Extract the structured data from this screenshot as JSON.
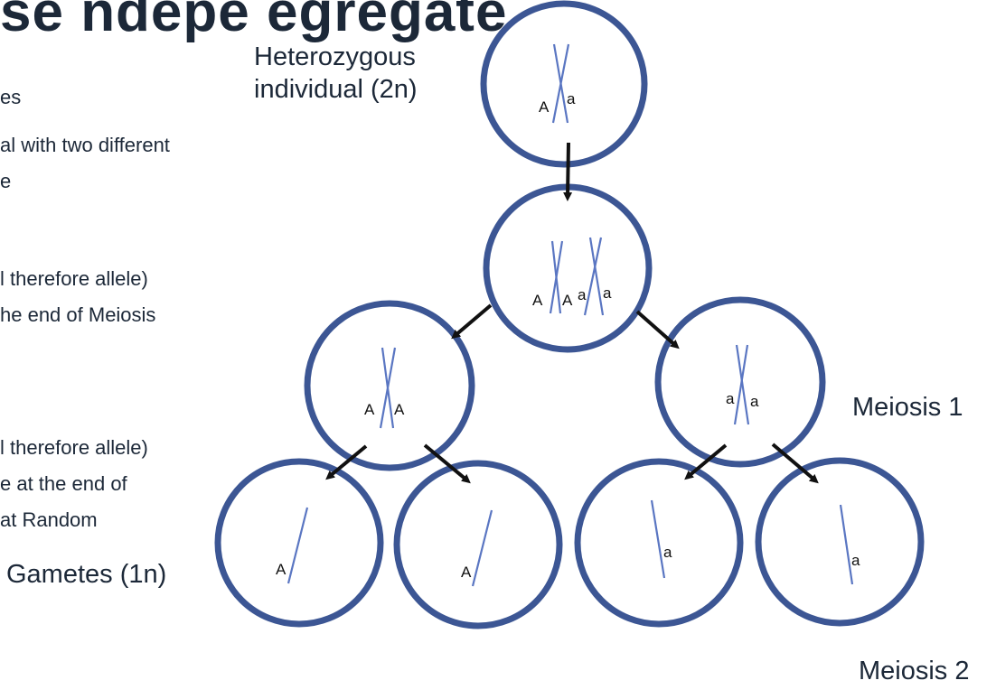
{
  "title_fragment": "se     ndepe     egregate",
  "side_text": [
    "es",
    "al with two different",
    "e",
    "l therefore allele)",
    "he end of Meiosis",
    "l therefore allele)",
    "e at the end of",
    "at Random"
  ],
  "labels": {
    "heterozygous_line1": "Heterozygous",
    "heterozygous_line2": "individual (2n)",
    "meiosis1": "Meiosis 1",
    "gametes": "Gametes (1n)",
    "meiosis2": "Meiosis 2"
  },
  "alleles": {
    "cell_top": [
      "A",
      "a"
    ],
    "cell_replicated": [
      "A",
      "A",
      "a",
      "a"
    ],
    "cell_left_m1": [
      "A",
      "A"
    ],
    "cell_right_m1": [
      "a",
      "a"
    ],
    "gamete1": "A",
    "gamete2": "A",
    "gamete3": "a",
    "gamete4": "a"
  },
  "colors": {
    "cell_border": "#3c5694",
    "chromosome": "#5a76c2",
    "arrow": "#111111",
    "text": "#1c2838"
  }
}
